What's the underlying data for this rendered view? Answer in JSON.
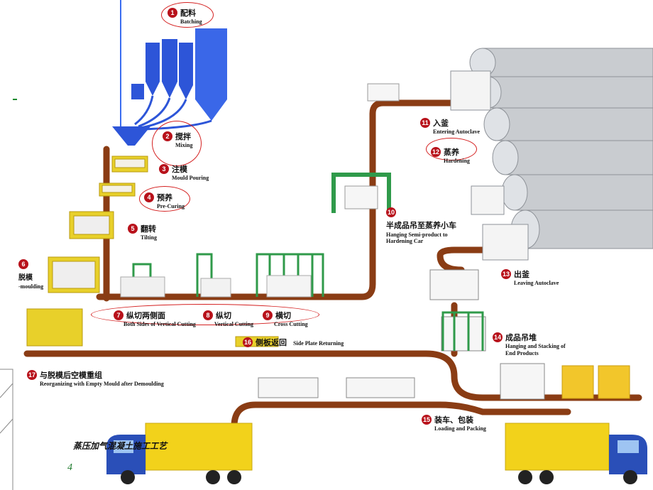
{
  "steps": [
    {
      "n": "1",
      "cn": "配料",
      "en": "Batching"
    },
    {
      "n": "2",
      "cn": "搅拌",
      "en": "Mixing"
    },
    {
      "n": "3",
      "cn": "注模",
      "en": "Mould Pouring"
    },
    {
      "n": "4",
      "cn": "预养",
      "en": "Pre-Curing"
    },
    {
      "n": "5",
      "cn": "翻转",
      "en": "Tilting"
    },
    {
      "n": "6",
      "cn": "脱模",
      "en": "-moulding"
    },
    {
      "n": "7",
      "cn": "纵切两侧面",
      "en": "Both Sides of Vertical Cutting"
    },
    {
      "n": "8",
      "cn": "纵切",
      "en": "Vertical Cutting"
    },
    {
      "n": "9",
      "cn": "横切",
      "en": "Cross Cutting"
    },
    {
      "n": "10",
      "cn": "半成品吊至蒸养小车",
      "en": "Hanging Semi-product to",
      "en2": "Hardening Car"
    },
    {
      "n": "11",
      "cn": "入釜",
      "en": "Entering Autoclave"
    },
    {
      "n": "12",
      "cn": "蒸养",
      "en": "Hardening"
    },
    {
      "n": "13",
      "cn": "出釜",
      "en": "Leaving Autoclave"
    },
    {
      "n": "14",
      "cn": "成品吊堆",
      "en": "Hanging and Stacking of",
      "en2": "End Products"
    },
    {
      "n": "15",
      "cn": "装车、包装",
      "en": "Loading and Packing"
    },
    {
      "n": "16",
      "cn": "侧板返回",
      "en": "Side Plate Returning"
    },
    {
      "n": "17",
      "cn": "与脱模后空模重组",
      "en": "Reorganizing with Empty Mould after Demoulding"
    }
  ],
  "footer": {
    "title": "蒸压加气混凝土施工工艺",
    "page_number": "4"
  },
  "colors": {
    "conveyor": "#8a3c14",
    "silo": "#2d55d8",
    "mould": "#e8d02a",
    "crane": "#2f9a4a",
    "autoclave": "#c9ccd0",
    "truck_cab": "#2a4fb8",
    "truck_box": "#f2d21b",
    "circle_badge": "#b8121b",
    "highlight_ring": "#d42020"
  }
}
